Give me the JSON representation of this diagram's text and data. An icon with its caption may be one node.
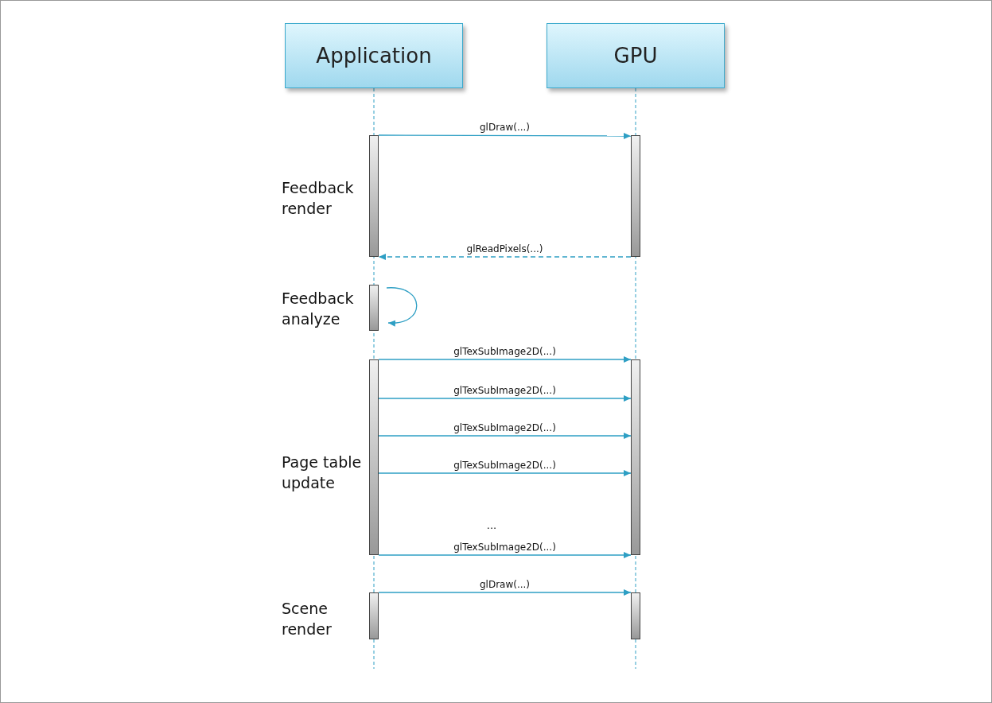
{
  "diagram": {
    "nodes": [
      {
        "text": [
          "Application"
        ]
      },
      {
        "text": [
          "GPU"
        ]
      },
      {
        "text": [],
        "shape": "bar",
        "beside": [
          "Feedback render"
        ]
      },
      {
        "text": [],
        "shape": "bar"
      },
      {
        "text": [],
        "shape": "bar",
        "beside": [
          "Feedback analyze"
        ]
      },
      {
        "text": [],
        "shape": "bar",
        "beside": [
          "Page table update"
        ]
      },
      {
        "text": [],
        "shape": "bar"
      },
      {
        "text": [],
        "shape": "bar",
        "beside": [
          "Scene render"
        ]
      },
      {
        "text": [],
        "shape": "bar"
      }
    ],
    "edges": [
      {
        "from": 2,
        "to": 3,
        "arrow": "to",
        "label": "glDraw(...)"
      },
      {
        "from": 3,
        "to": 2,
        "arrow": "to",
        "label": "glReadPixels(...)",
        "style": "dashed"
      },
      {
        "from": 4,
        "to": 4,
        "arrow": "to"
      },
      {
        "from": 5,
        "to": 6,
        "arrow": "to",
        "label": "glTexSubImage2D(...)"
      },
      {
        "from": 5,
        "to": 6,
        "arrow": "to",
        "label": "glTexSubImage2D(...)"
      },
      {
        "from": 5,
        "to": 6,
        "arrow": "to",
        "label": "glTexSubImage2D(...)"
      },
      {
        "from": 5,
        "to": 6,
        "arrow": "to",
        "label": "glTexSubImage2D(...)"
      },
      {
        "from": 5,
        "to": 6,
        "arrow": "to",
        "label": "glTexSubImage2D(...)"
      },
      {
        "from": 7,
        "to": 8,
        "arrow": "to",
        "label": "glDraw(...)"
      }
    ],
    "labels": [
      "..."
    ]
  }
}
